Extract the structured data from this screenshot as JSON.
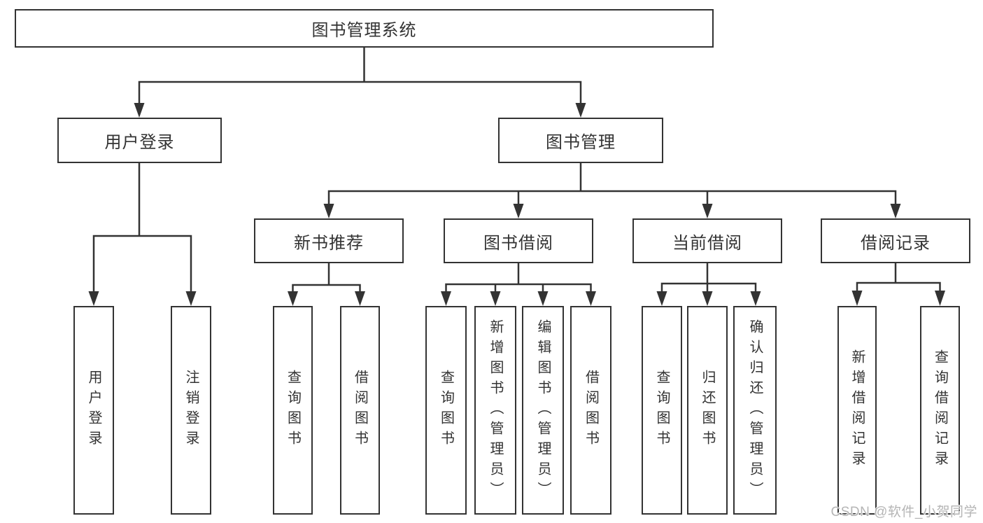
{
  "nodes": {
    "root": "图书管理系统",
    "level2": {
      "user_login_branch": "用户登录",
      "book_management": "图书管理"
    },
    "level3": {
      "new_book_recommend": "新书推荐",
      "book_borrowing": "图书借阅",
      "current_borrowing": "当前借阅",
      "borrowing_records": "借阅记录"
    },
    "leaves": {
      "user_login": "用户登录",
      "logout": "注销登录",
      "recommend_query_books": "查询图书",
      "recommend_borrow_books": "借阅图书",
      "borrowing_query_books": "查询图书",
      "borrowing_add_books": "新增图书（管理员）",
      "borrowing_edit_books": "编辑图书（管理员）",
      "borrowing_borrow_books": "借阅图书",
      "current_query_books": "查询图书",
      "current_return_books": "归还图书",
      "current_confirm_return": "确认归还（管理员）",
      "records_add_record": "新增借阅记录",
      "records_query_record": "查询借阅记录"
    }
  },
  "watermark": "CSDN @软件_小贺同学",
  "colors": {
    "line": "#333333",
    "box_fill": "#ffffff",
    "text": "#333333",
    "watermark": "#b5b5b5",
    "background": "#ffffff"
  }
}
